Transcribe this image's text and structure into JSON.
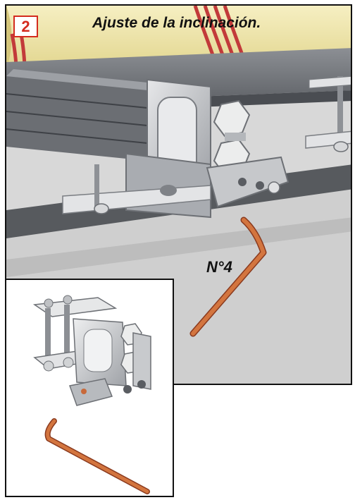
{
  "step": {
    "number": "2",
    "title": "Ajuste de la inclinación."
  },
  "main_illustration": {
    "tool_label": "N°4",
    "colors": {
      "badge_red": "#d42b1e",
      "tube_cream": "#efe7a8",
      "tube_stripe": "#c23a3a",
      "allen_key": "#c8693a",
      "metal": "#b9bcc0"
    }
  },
  "inset_illustration": {
    "icons": [
      "bracket-assembly-icon",
      "allen-key-icon"
    ]
  }
}
